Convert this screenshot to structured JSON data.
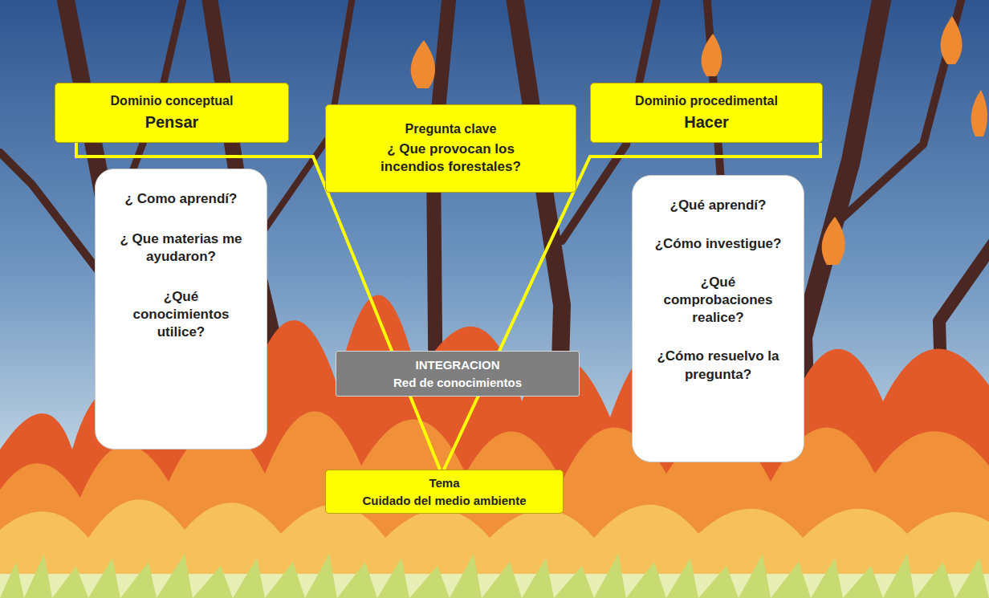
{
  "diagram": {
    "nodes": [
      {
        "text": [
          "Dominio conceptual",
          "Pensar"
        ]
      },
      {
        "text": [
          "Pregunta clave",
          "¿ Que provocan los incendios forestales?"
        ]
      },
      {
        "text": [
          "Dominio procedimental",
          "Hacer"
        ]
      },
      {
        "text": [
          "¿ Como aprendí?",
          "¿ Que materias me ayudaron?",
          "¿Qué conocimientos utilice?"
        ]
      },
      {
        "text": [
          "INTEGRACION",
          "Red de conocimientos"
        ]
      },
      {
        "text": [
          "¿Qué aprendí?",
          "¿Cómo investigue?",
          "¿Qué comprobaciones realice?",
          "¿Cómo resuelvo la pregunta?"
        ]
      },
      {
        "text": [
          "Tema",
          "Cuidado del medio ambiente"
        ]
      }
    ],
    "edges": [
      {
        "from": 0,
        "to": 6,
        "arrow": "none"
      },
      {
        "from": 2,
        "to": 6,
        "arrow": "none"
      }
    ]
  }
}
